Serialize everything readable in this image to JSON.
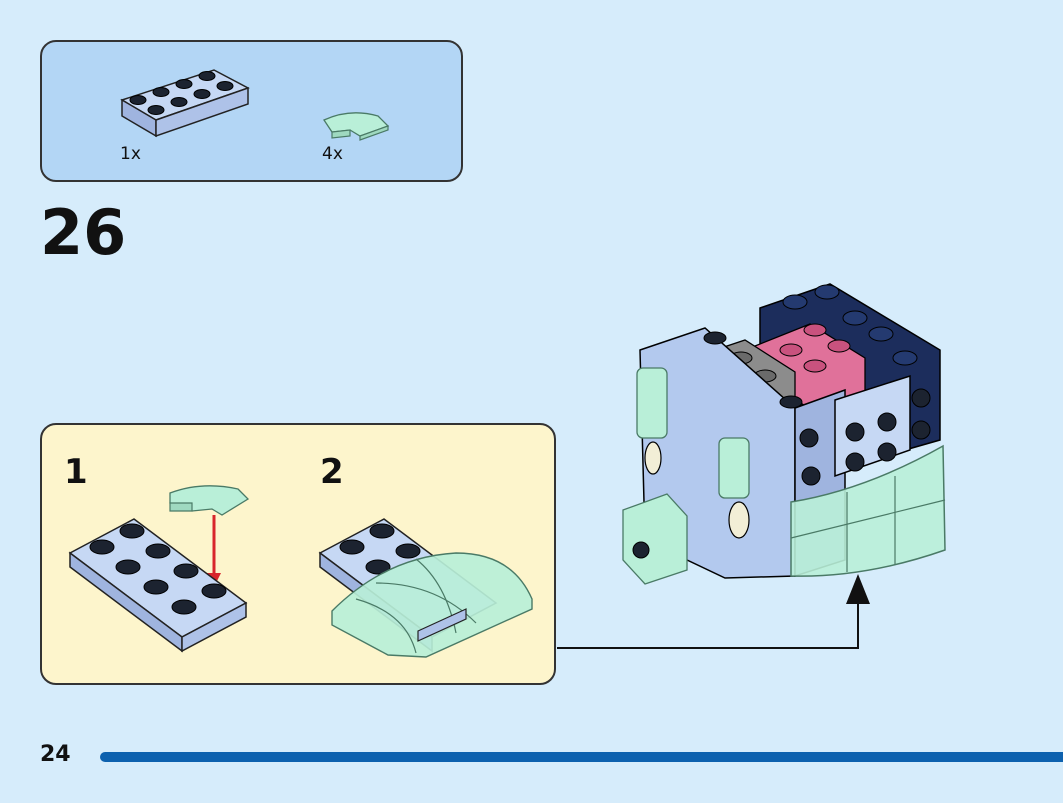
{
  "parts": [
    {
      "name": "plate-2x4",
      "quantity": "1x",
      "color": "#b3c9ee"
    },
    {
      "name": "curved-slope-tile",
      "quantity": "4x",
      "color": "#b9efd8"
    }
  ],
  "step": {
    "number": "26"
  },
  "substeps": [
    {
      "number": "1"
    },
    {
      "number": "2"
    }
  ],
  "page": {
    "number": "24",
    "progress_color": "#0d61ae"
  },
  "colors": {
    "background": "#d6ecfb",
    "parts_box": "#b3d6f5",
    "substep_box": "#fdf5cc",
    "arrow_red": "#d8262b"
  }
}
